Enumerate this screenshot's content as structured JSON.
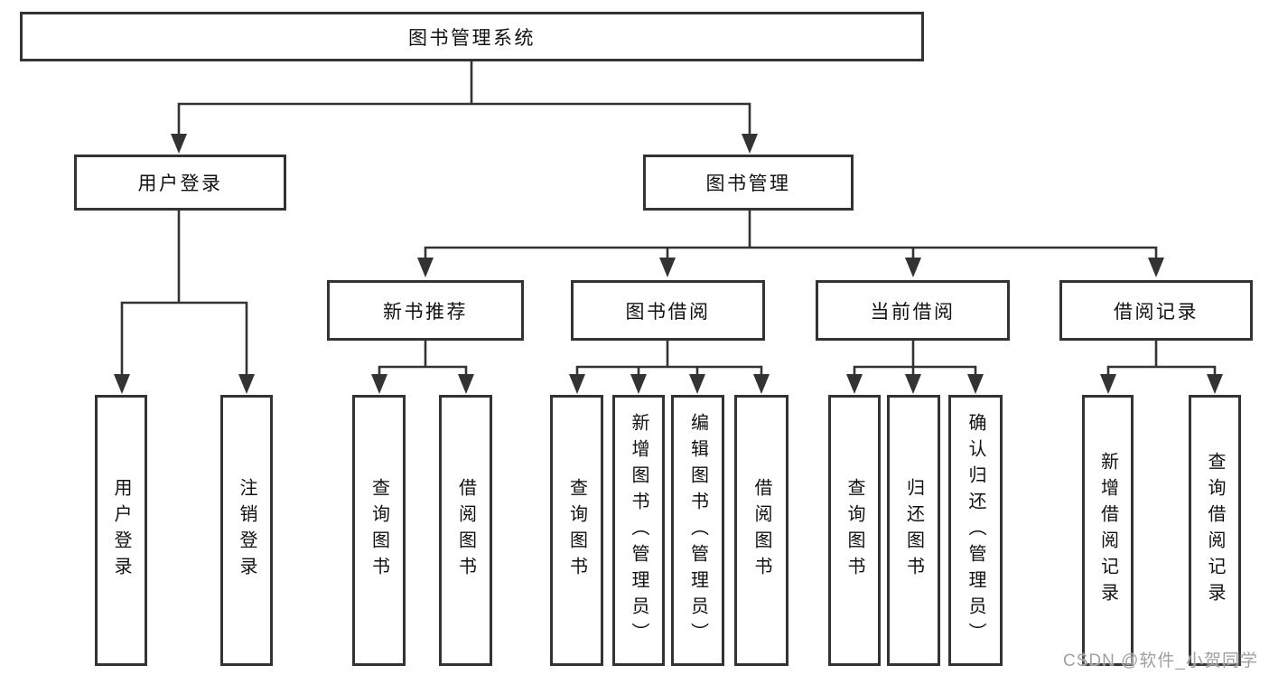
{
  "diagram": {
    "root": {
      "label": "图书管理系统"
    },
    "branches": [
      {
        "label": "用户登录",
        "children": [
          {
            "label": "用户登录"
          },
          {
            "label": "注销登录"
          }
        ]
      },
      {
        "label": "图书管理",
        "children": [
          {
            "label": "新书推荐",
            "children": [
              {
                "label": "查询图书"
              },
              {
                "label": "借阅图书"
              }
            ]
          },
          {
            "label": "图书借阅",
            "children": [
              {
                "label": "查询图书"
              },
              {
                "label": "新增图书（管理员）"
              },
              {
                "label": "编辑图书（管理员）"
              },
              {
                "label": "借阅图书"
              }
            ]
          },
          {
            "label": "当前借阅",
            "children": [
              {
                "label": "查询图书"
              },
              {
                "label": "归还图书"
              },
              {
                "label": "确认归还（管理员）"
              }
            ]
          },
          {
            "label": "借阅记录",
            "children": [
              {
                "label": "新增借阅记录"
              },
              {
                "label": "查询借阅记录"
              }
            ]
          }
        ]
      }
    ]
  },
  "watermark": {
    "label": "CSDN @软件_小贺同学"
  },
  "colors": {
    "line": "#333333",
    "text": "#111111",
    "background": "#ffffff",
    "watermark": "#a0a0a0"
  }
}
